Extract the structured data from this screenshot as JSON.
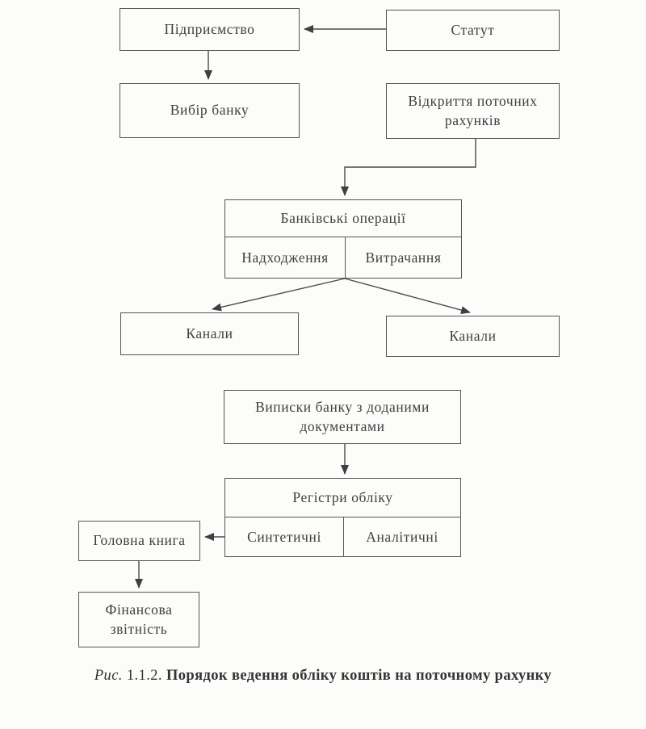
{
  "page": {
    "colors": {
      "paper": "#fcfcfb",
      "ink": "#3f3f3f",
      "line": "#4a4a4a",
      "border": "#565656"
    }
  },
  "diagram": {
    "nodes": {
      "pidpryiemstvo": {
        "label": "Підприємство"
      },
      "statut": {
        "label": "Статут"
      },
      "vybir_banku": {
        "label": "Вибір банку"
      },
      "vidkryttia": {
        "label": "Відкриття поточних рахунків"
      },
      "bank_ops": {
        "header": "Банківські операції",
        "cells": [
          "Надходження",
          "Витрачання"
        ]
      },
      "kanaly_left": {
        "label": "Канали"
      },
      "kanaly_right": {
        "label": "Канали"
      },
      "vypysky": {
        "label": "Виписки банку з доданими документами"
      },
      "rehistry": {
        "header": "Регістри обліку",
        "cells": [
          "Синтетичні",
          "Аналітичні"
        ]
      },
      "holovna_knyha": {
        "label": "Головна книга"
      },
      "fin_zvitnist": {
        "label": "Фінансова звітність"
      }
    },
    "caption": {
      "prefix": "Рис.",
      "number": "1.1.2.",
      "text": "Порядок ведення обліку коштів на поточному рахунку"
    }
  }
}
